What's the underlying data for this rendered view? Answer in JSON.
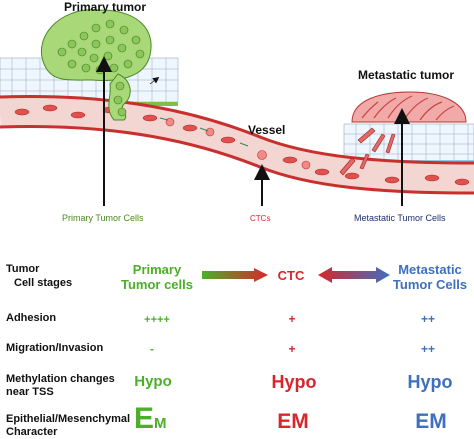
{
  "colors": {
    "primary": "#4caf2a",
    "ctc": "#d8262b",
    "metastatic": "#3f6fbf",
    "vessel": "#c8302e",
    "epithelium": "#dbeeff"
  },
  "illustration": {
    "primary_tumor_title": "Primary tumor",
    "metastatic_tumor_title": "Metastatic tumor",
    "vessel_label": "Vessel",
    "primary_cells_label": "Primary Tumor Cells",
    "ctc_label": "CTCs",
    "metastatic_cells_label": "Metastatic Tumor Cells"
  },
  "table": {
    "header_label_line1": "Tumor",
    "header_label_line2": "Cell stages",
    "columns": [
      {
        "line1": "Primary",
        "line2": "Tumor cells"
      },
      {
        "line1": "CTC",
        "line2": ""
      },
      {
        "line1": "Metastatic",
        "line2": "Tumor Cells"
      }
    ],
    "rows": [
      {
        "label1": "Adhesion",
        "label2": "",
        "values": [
          "++++",
          "+",
          "++"
        ]
      },
      {
        "label1": "Migration/Invasion",
        "label2": "",
        "values": [
          "-",
          "+",
          "++"
        ]
      },
      {
        "label1": "Methylation changes",
        "label2": "near TSS",
        "values": [
          "Hypo",
          "Hypo",
          "Hypo"
        ]
      },
      {
        "label1": "Epithelial/Mesenchymal",
        "label2": "Character",
        "values": [
          "E",
          "EM",
          "EM"
        ],
        "primary_subscript": "M"
      }
    ]
  }
}
